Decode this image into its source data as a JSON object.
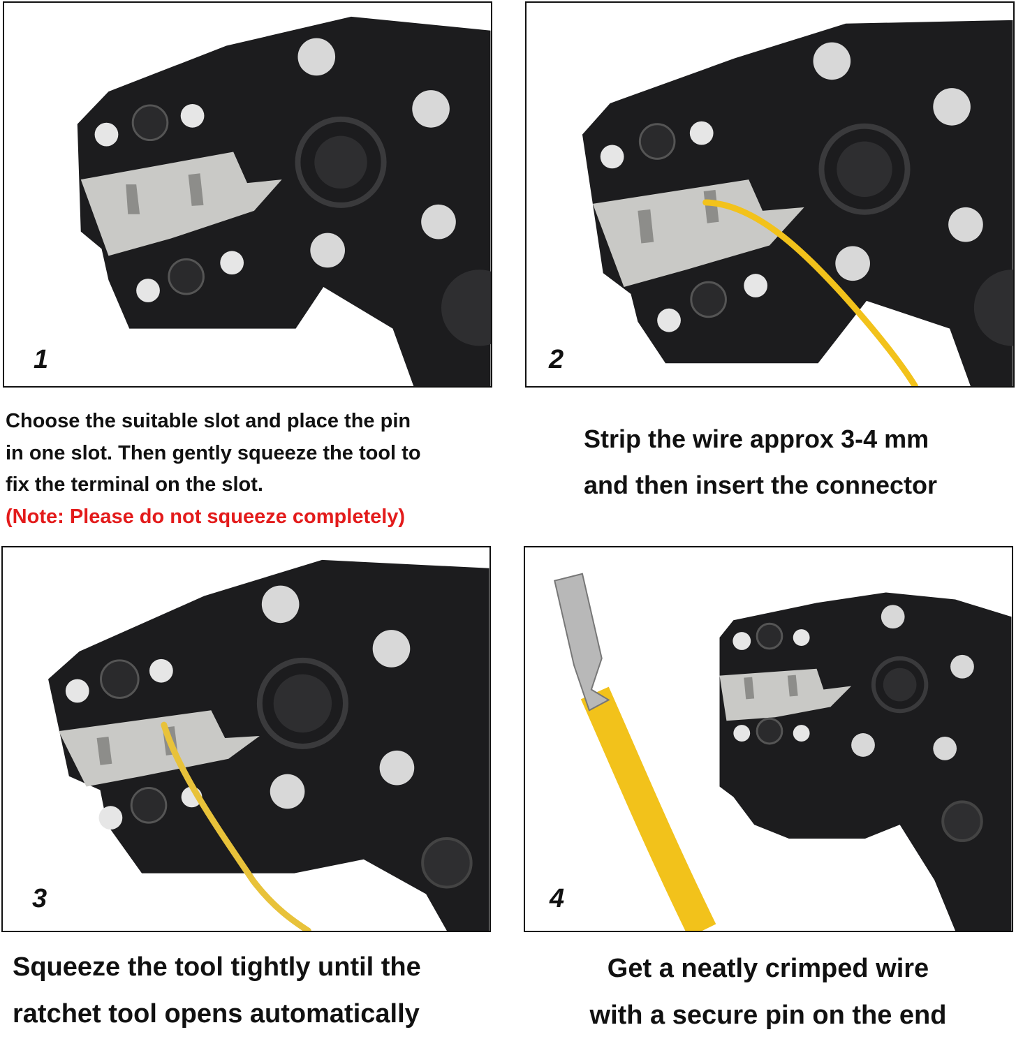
{
  "steps": [
    {
      "number": "1",
      "image_icon": "crimping-tool-empty-icon",
      "caption_lines": [
        "Choose the suitable slot and place the pin",
        "in one slot. Then gently squeeze the tool to",
        "fix the terminal on the slot."
      ],
      "note": "(Note: Please do not squeeze completely)"
    },
    {
      "number": "2",
      "image_icon": "crimping-tool-wire-insert-icon",
      "caption_lines": [
        "Strip the wire approx 3-4 mm",
        "and then insert the connector"
      ]
    },
    {
      "number": "3",
      "image_icon": "crimping-tool-squeeze-icon",
      "caption_lines": [
        "Squeeze the tool tightly until the",
        "ratchet tool opens automatically"
      ]
    },
    {
      "number": "4",
      "image_icon": "crimped-wire-result-icon",
      "caption_lines": [
        "Get a neatly crimped wire",
        "with a secure pin on the end"
      ]
    }
  ],
  "colors": {
    "note": "#e31b1b",
    "tool_body": "#1c1c1e",
    "die_metal": "#c9c9c6",
    "wire": "#f2c21b",
    "border": "#111111"
  }
}
